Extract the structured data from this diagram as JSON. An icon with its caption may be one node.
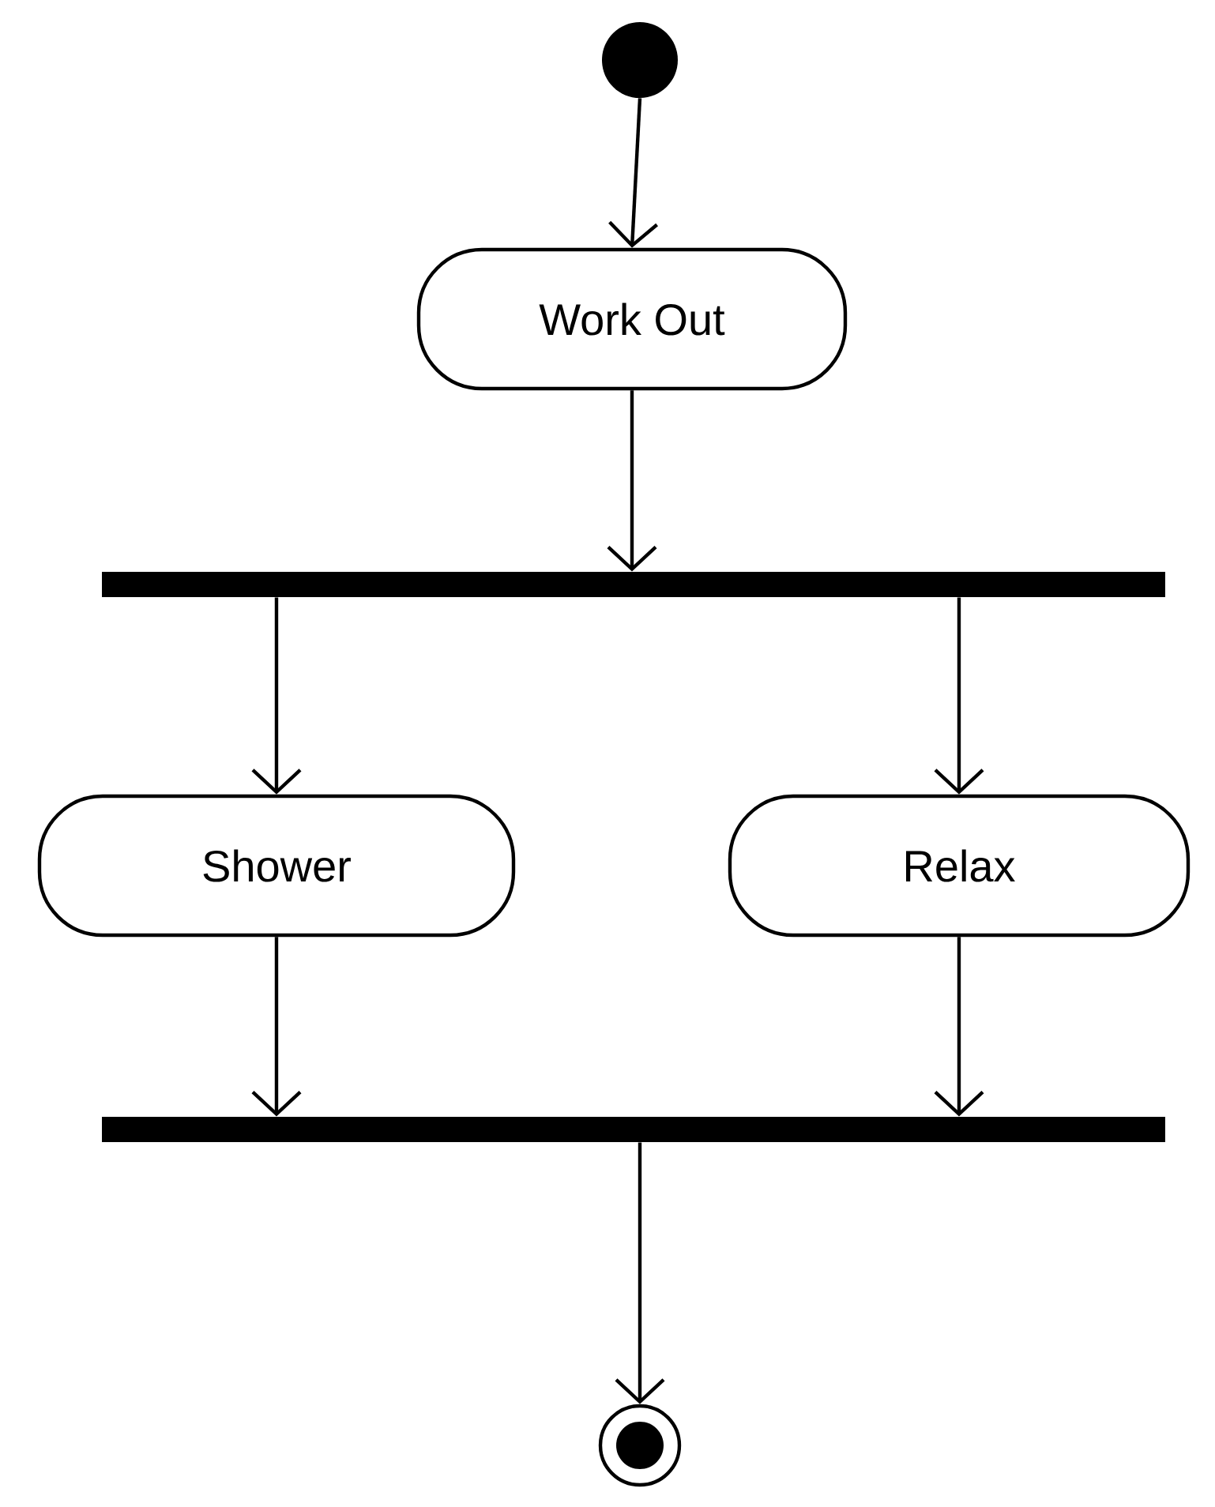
{
  "diagram": {
    "nodes": [
      {
        "text": [],
        "shape": "circle"
      },
      {
        "text": [
          "Work Out"
        ]
      },
      {
        "text": [],
        "shape": "bar"
      },
      {
        "text": [
          "Shower"
        ]
      },
      {
        "text": [
          "Relax"
        ]
      },
      {
        "text": [],
        "shape": "bar"
      },
      {
        "text": [],
        "shape": "bullseye"
      }
    ],
    "edges": [
      {
        "from": 0,
        "to": 1,
        "arrow": "to"
      },
      {
        "from": 1,
        "to": 2,
        "arrow": "to"
      },
      {
        "from": 2,
        "to": 3,
        "arrow": "to"
      },
      {
        "from": 2,
        "to": 4,
        "arrow": "to"
      },
      {
        "from": 3,
        "to": 5,
        "arrow": "to"
      },
      {
        "from": 4,
        "to": 5,
        "arrow": "to"
      },
      {
        "from": 5,
        "to": 6,
        "arrow": "to"
      }
    ]
  }
}
